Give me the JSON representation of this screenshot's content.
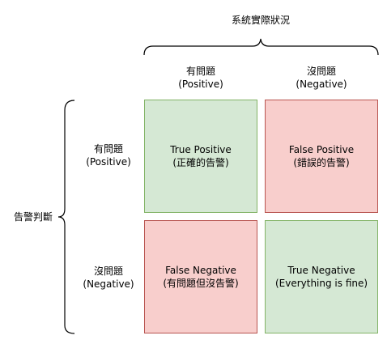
{
  "actual": {
    "title": "系統實際狀況",
    "columns": [
      {
        "line1": "有問題",
        "line2": "(Positive)"
      },
      {
        "line1": "沒問題",
        "line2": "(Negative)"
      }
    ]
  },
  "predicted": {
    "title": "告警判斷",
    "rows": [
      {
        "line1": "有問題",
        "line2": "(Positive)"
      },
      {
        "line1": "沒問題",
        "line2": "(Negative)"
      }
    ]
  },
  "cells": {
    "tp": {
      "line1": "True Positive",
      "line2": "(正確的告警)",
      "color": "#d5e8d4"
    },
    "fp": {
      "line1": "False Positive",
      "line2": "(錯誤的告警)",
      "color": "#f8cecc"
    },
    "fn": {
      "line1": "False Negative",
      "line2": "(有問題但沒告警)",
      "color": "#f8cecc"
    },
    "tn": {
      "line1": "True Negative",
      "line2": "(Everything is fine)",
      "color": "#d5e8d4"
    }
  }
}
